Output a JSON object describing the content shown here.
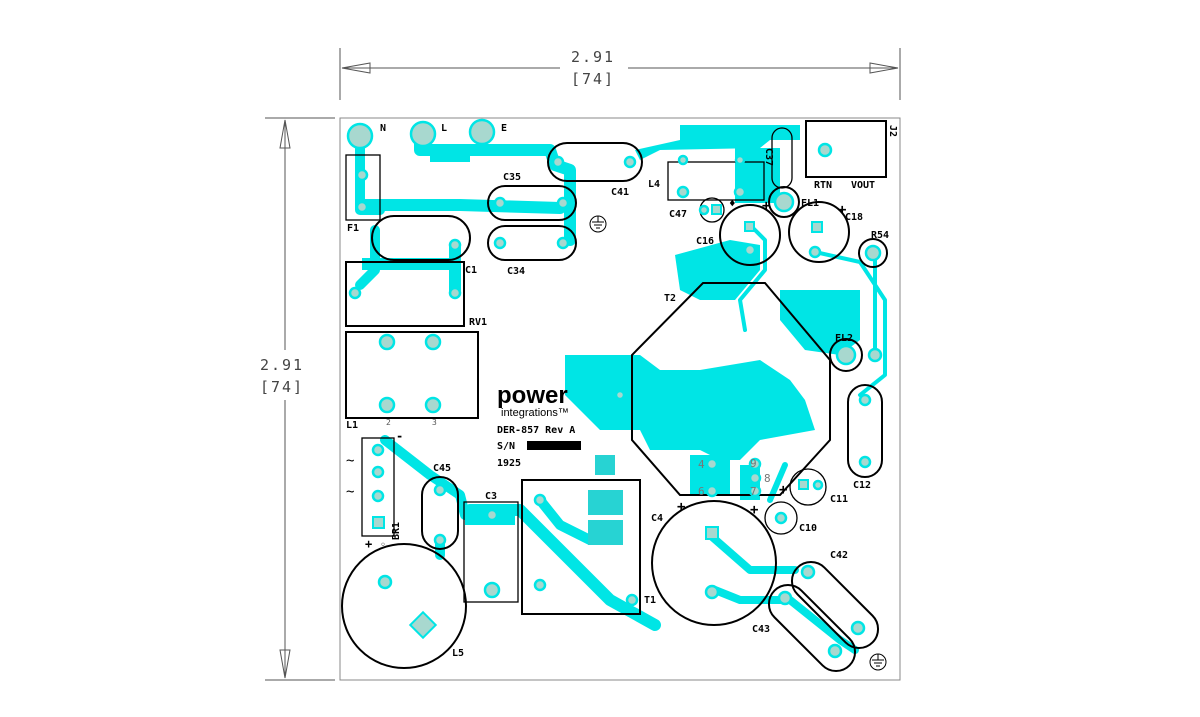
{
  "dimensions": {
    "width_label": "2.91",
    "width_mm": "[74]",
    "height_label": "2.91",
    "height_mm": "[74]"
  },
  "logo": {
    "line1": "power",
    "line2": "integrations™"
  },
  "board": {
    "name": "DER-857 Rev A",
    "serial_label": "S/N",
    "date_code": "1925"
  },
  "refdes": {
    "N": "N",
    "L": "L",
    "E": "E",
    "F1": "F1",
    "C35": "C35",
    "C34": "C34",
    "C41": "C41",
    "C1": "C1",
    "L4": "L4",
    "C47": "C47",
    "C37": "C37",
    "J2": "J2",
    "RTN": "RTN",
    "VOUT": "VOUT",
    "FL1": "FL1",
    "C18": "C18",
    "C16": "C16",
    "R54": "R54",
    "RV1": "RV1",
    "T2": "T2",
    "FL2": "FL2",
    "L1": "L1",
    "C12": "C12",
    "C45": "C45",
    "C3": "C3",
    "BR1": "BR1",
    "C11": "C11",
    "C10": "C10",
    "C4": "C4",
    "T1": "T1",
    "C42": "C42",
    "C43": "C43",
    "L5": "L5"
  },
  "pin_numbers": {
    "p4": "4",
    "p9": "9",
    "p8": "8",
    "p6": "6",
    "p7": "7",
    "l1_2": "2",
    "l1_3": "3"
  },
  "colors": {
    "copper": "#00e5e5",
    "pad": "#a8d8cf",
    "silkscreen": "#000000",
    "background": "#ffffff"
  }
}
